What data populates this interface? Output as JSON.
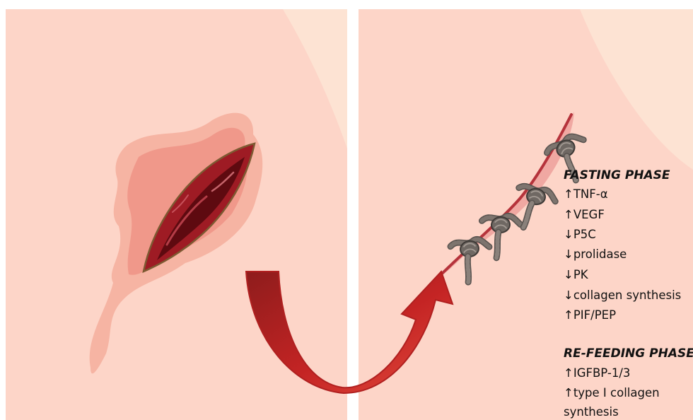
{
  "colors": {
    "background": "#ffffff",
    "skin": "#fdd5c8",
    "skin_highlight": "#fde3d3",
    "wound_outer": "#f3aa9b",
    "wound_red": "#9e1b24",
    "wound_dark": "#5e0a10",
    "suture": "#6f6863",
    "arrow_red": "#d32b2b",
    "text": "#111111"
  },
  "icons": [
    "open-wound-illustration",
    "sutured-wound-illustration",
    "curved-transition-arrow"
  ],
  "panels": {
    "left": {
      "icon": "open-wound-illustration"
    },
    "right": {
      "icon": "sutured-wound-illustration"
    }
  },
  "fasting": {
    "header": "FASTING PHASE",
    "items": [
      "↑TNF-α",
      "↑VEGF",
      "↓P5C",
      "↓prolidase",
      "↓PK",
      "↓collagen synthesis",
      "↑PIF/PEP"
    ]
  },
  "refeeding": {
    "header": "RE-FEEDING PHASE",
    "items": [
      "↑IGFBP-1/3",
      "↑type I collagen",
      "synthesis"
    ]
  }
}
